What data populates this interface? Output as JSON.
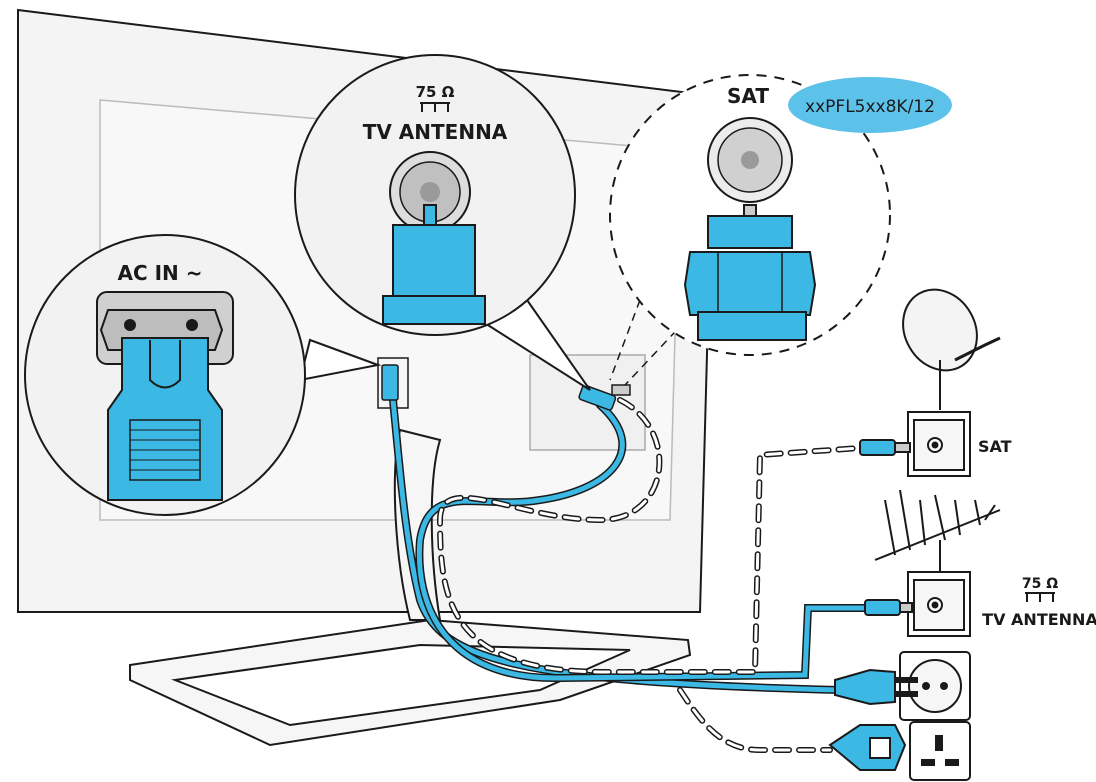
{
  "labels": {
    "ac_in": "AC IN ~",
    "tv_antenna_ohm": "75 Ω",
    "tv_antenna": "TV ANTENNA",
    "sat_callout": "SAT",
    "model_badge": "xxPFL5xx8K/12",
    "sat_wall": "SAT",
    "tv_antenna_wall_ohm": "75 Ω",
    "tv_antenna_wall": "TV ANTENNA"
  },
  "colors": {
    "cable_blue": "#3bb8e3",
    "badge_blue": "#5cc2ea",
    "outline": "#1a1a1a",
    "panel_fill": "#f2f2f2",
    "socket_grey": "#bdbdbd"
  },
  "icons": [
    "power-plug-icon",
    "coax-connector-icon",
    "sat-f-connector-icon",
    "satellite-dish-icon",
    "antenna-icon",
    "wall-socket-icon",
    "uk-plug-icon"
  ]
}
